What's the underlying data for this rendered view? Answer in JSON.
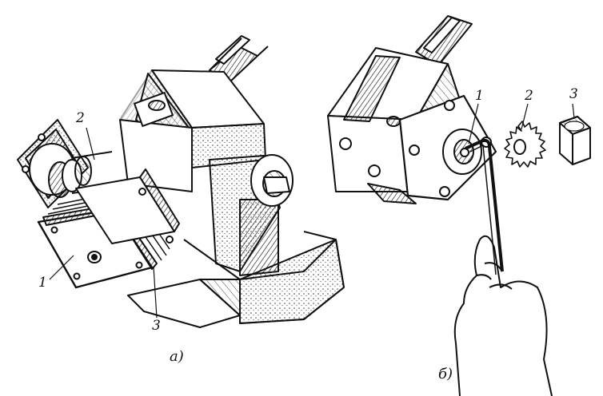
{
  "figure_a": {
    "caption": "а)",
    "callouts": [
      "1",
      "2",
      "3"
    ]
  },
  "figure_b": {
    "caption": "б)",
    "callouts": [
      "1",
      "2",
      "3"
    ]
  },
  "colors": {
    "ink": "#111111",
    "paper": "#ffffff",
    "hatch": "#3a3a3a"
  }
}
